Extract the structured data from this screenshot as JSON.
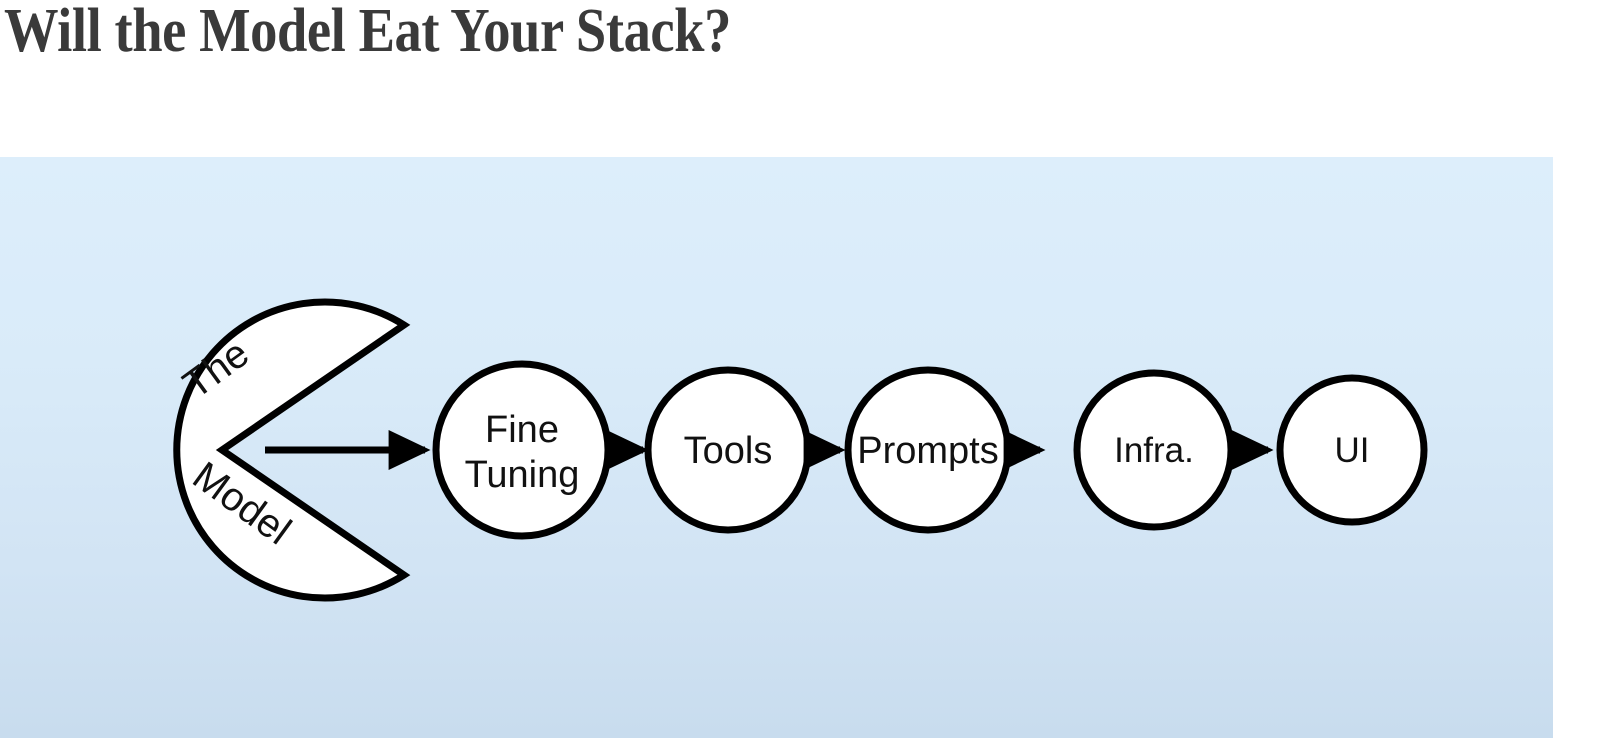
{
  "slide": {
    "title": "Will the Model Eat Your Stack?",
    "title_color": "#3a3a3a",
    "background_color": "#ffffff"
  },
  "diagram": {
    "type": "flow-chain",
    "panel": {
      "gradient_top_color": "#ddeefb",
      "gradient_bottom_color": "#c8dcee"
    },
    "shape_fill": "#ffffff",
    "shape_stroke": "#000000",
    "eater": {
      "shape": "pacman",
      "line1": "The",
      "line2": "Model"
    },
    "nodes": [
      {
        "label": "Fine Tuning",
        "line1": "Fine",
        "line2": "Tuning"
      },
      {
        "label": "Tools",
        "line1": "Tools",
        "line2": ""
      },
      {
        "label": "Prompts",
        "line1": "Prompts",
        "line2": ""
      },
      {
        "label": "Infra.",
        "line1": "Infra.",
        "line2": ""
      },
      {
        "label": "UI",
        "line1": "UI",
        "line2": ""
      }
    ],
    "arrow_count": 5,
    "arrow_color": "#000000"
  }
}
